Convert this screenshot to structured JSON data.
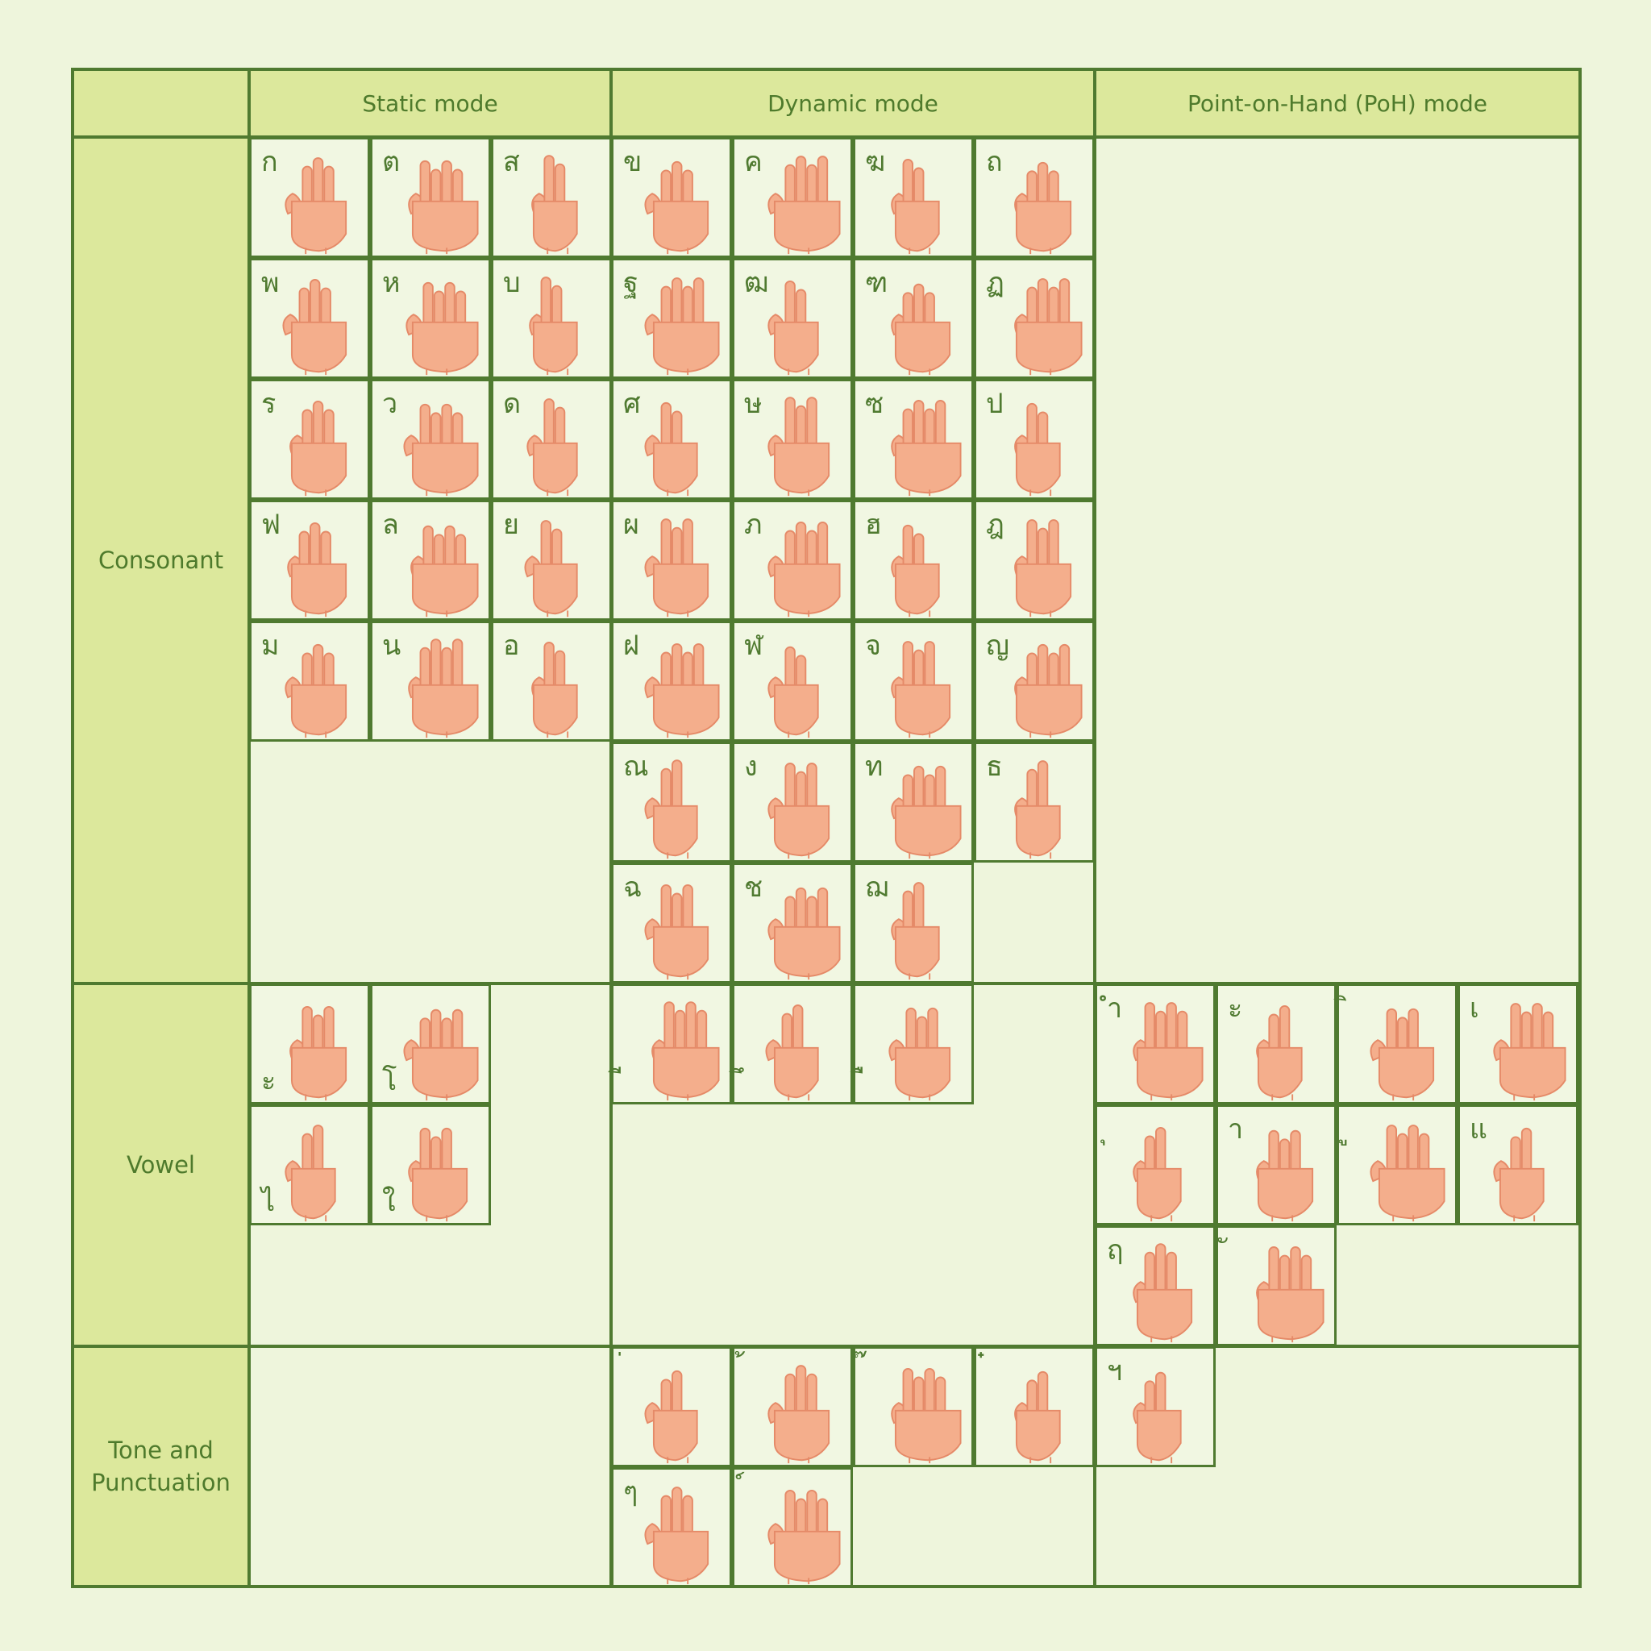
{
  "columns": [
    "Static mode",
    "Dynamic mode",
    "Point-on-Hand (PoH) mode"
  ],
  "rows": [
    "Consonant",
    "Vowel",
    "Tone and\nPunctuation"
  ],
  "colors": {
    "border": "#4f7a30",
    "header_bg": "#dce89c",
    "page_bg": "#eef5dc",
    "cell_bg": "#f1f7e2",
    "skin": "#f4ae8c",
    "skin_shade": "#e58a68",
    "text": "#4e7a2c"
  },
  "consonant": {
    "static": [
      [
        "ก",
        "ต",
        "ส"
      ],
      [
        "พ",
        "ห",
        "บ"
      ],
      [
        "ร",
        "ว",
        "ด"
      ],
      [
        "ฟ",
        "ล",
        "ย"
      ],
      [
        "ม",
        "น",
        "อ"
      ]
    ],
    "dynamic": [
      [
        "ข",
        "ค",
        "ฆ",
        "ถ"
      ],
      [
        "ฐ",
        "ฒ",
        "ฑ",
        "ฏ"
      ],
      [
        "ศ",
        "ษ",
        "ซ",
        "ป"
      ],
      [
        "ผ",
        "ภ",
        "ฮ",
        "ฎ"
      ],
      [
        "ฝ",
        "ฬ",
        "จ",
        "ญ"
      ],
      [
        "ณ",
        "ง",
        "ท",
        "ธ"
      ],
      [
        "ฉ",
        "ช",
        "ฌ"
      ]
    ]
  },
  "vowel": {
    "static": [
      [
        "ะ",
        "โ"
      ],
      [
        "ไ",
        "ใ"
      ]
    ],
    "dynamic": [
      [
        "ี",
        "ึ",
        "ื"
      ]
    ],
    "poh": [
      [
        "ำ",
        "ะ",
        "ิ",
        "เ"
      ],
      [
        "ุ",
        "า",
        "ู",
        "แ"
      ],
      [
        "ฤ",
        "ั"
      ]
    ]
  },
  "tone_punctuation": {
    "dynamic": [
      [
        "่",
        "้",
        "๊",
        "๋"
      ],
      [
        "ๆ",
        "์"
      ]
    ],
    "poh": [
      [
        "ฯ"
      ]
    ]
  }
}
